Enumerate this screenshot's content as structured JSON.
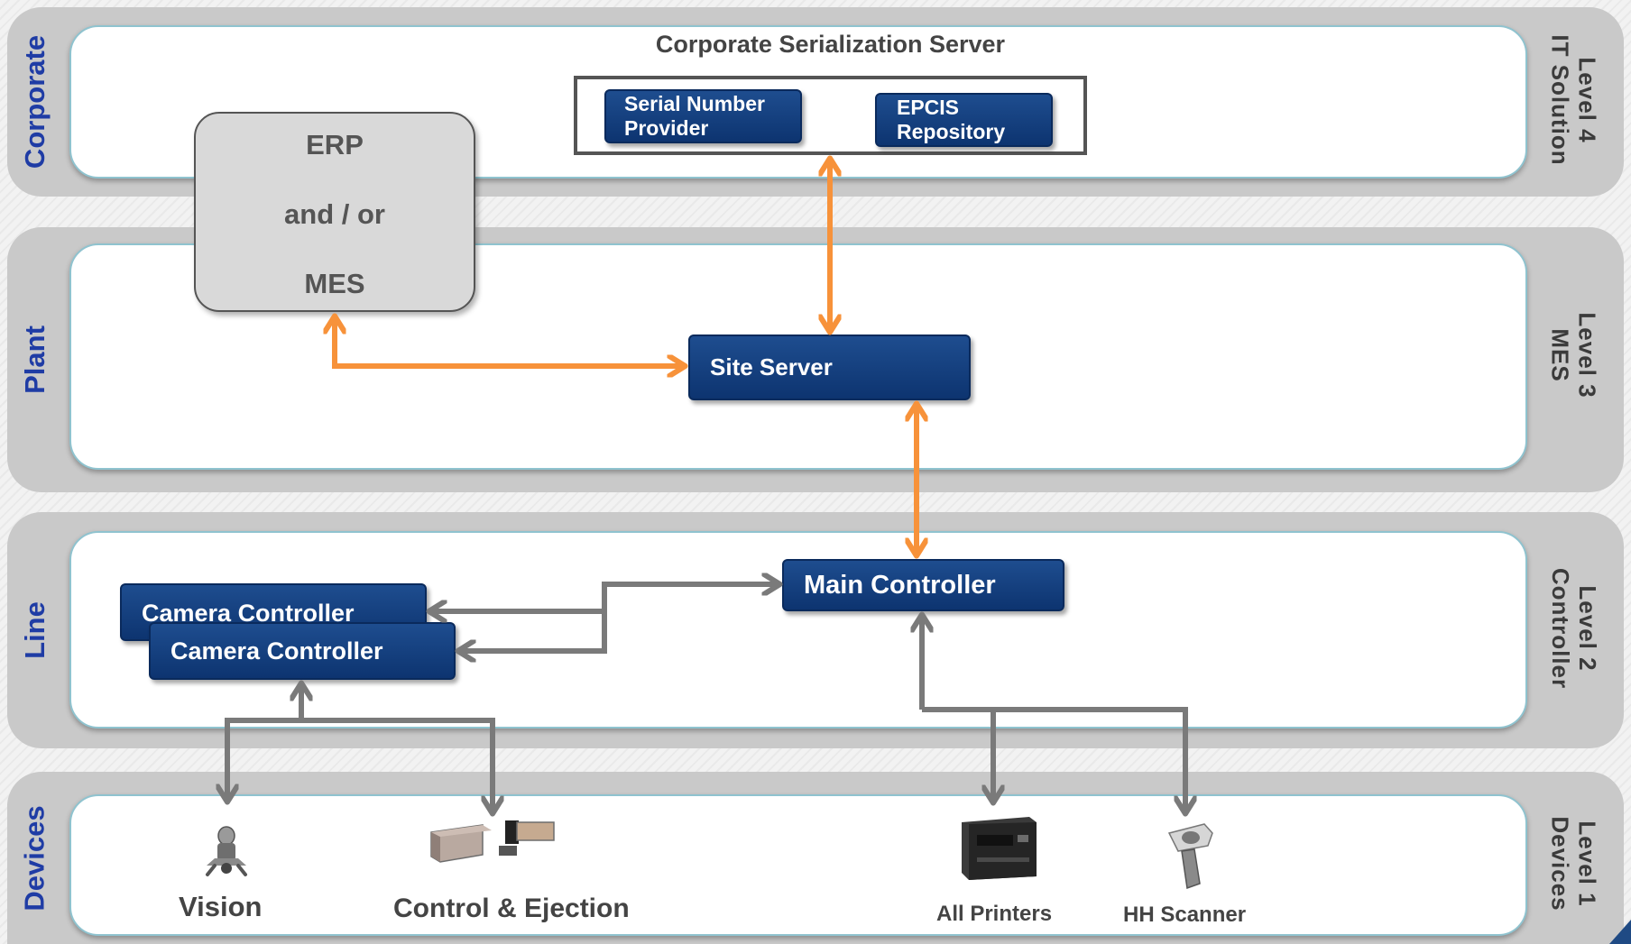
{
  "bands": [
    {
      "id": "corporate",
      "label": "Corporate",
      "level": [
        "Level 4",
        "IT Solution"
      ]
    },
    {
      "id": "plant",
      "label": "Plant",
      "level": [
        "Level 3",
        "MES"
      ]
    },
    {
      "id": "line",
      "label": "Line",
      "level": [
        "Level 2",
        "Controller"
      ]
    },
    {
      "id": "devices",
      "label": "Devices",
      "level": [
        "Level 1",
        "Devices"
      ]
    }
  ],
  "corporate": {
    "server_title": "Corporate Serialization Server",
    "serial_number_provider": [
      "Serial Number",
      "Provider"
    ],
    "epcis_repository": [
      "EPCIS",
      "Repository"
    ]
  },
  "erp": {
    "line1": "ERP",
    "line2": "and / or",
    "line3": "MES"
  },
  "plant": {
    "site_server": "Site Server"
  },
  "line": {
    "main_controller": "Main Controller",
    "camera_controller_1": "Camera Controller",
    "camera_controller_2": "Camera Controller"
  },
  "devices": {
    "vision": "Vision",
    "control_ejection": "Control & Ejection",
    "all_printers": "All Printers",
    "hh_scanner": "HH Scanner"
  },
  "colors": {
    "navy": "#0d3470",
    "orange": "#f7923a",
    "gray_connector": "#7a7a7a",
    "band_label": "#1f3ca5"
  }
}
